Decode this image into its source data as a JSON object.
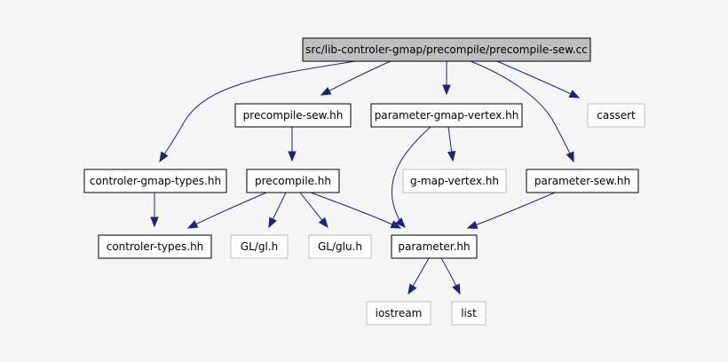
{
  "diagram": {
    "nodes": [
      {
        "id": "root",
        "label": "src/lib-controler-gmap/precompile/precompile-sew.cc",
        "style": "root"
      },
      {
        "id": "precompile_sew_hh",
        "label": "precompile-sew.hh",
        "style": "local"
      },
      {
        "id": "parameter_gmap_vertex_hh",
        "label": "parameter-gmap-vertex.hh",
        "style": "local"
      },
      {
        "id": "cassert",
        "label": "cassert",
        "style": "system"
      },
      {
        "id": "controler_gmap_types_hh",
        "label": "controler-gmap-types.hh",
        "style": "local"
      },
      {
        "id": "precompile_hh",
        "label": "precompile.hh",
        "style": "local"
      },
      {
        "id": "g_map_vertex_hh",
        "label": "g-map-vertex.hh",
        "style": "system"
      },
      {
        "id": "parameter_sew_hh",
        "label": "parameter-sew.hh",
        "style": "local"
      },
      {
        "id": "controler_types_hh",
        "label": "controler-types.hh",
        "style": "local"
      },
      {
        "id": "gl_gl_h",
        "label": "GL/gl.h",
        "style": "system"
      },
      {
        "id": "gl_glu_h",
        "label": "GL/glu.h",
        "style": "system"
      },
      {
        "id": "parameter_hh",
        "label": "parameter.hh",
        "style": "local"
      },
      {
        "id": "iostream",
        "label": "iostream",
        "style": "system"
      },
      {
        "id": "list",
        "label": "list",
        "style": "system"
      }
    ],
    "edges": [
      {
        "from": "root",
        "to": "precompile_sew_hh"
      },
      {
        "from": "root",
        "to": "parameter_gmap_vertex_hh"
      },
      {
        "from": "root",
        "to": "cassert"
      },
      {
        "from": "root",
        "to": "controler_gmap_types_hh"
      },
      {
        "from": "root",
        "to": "parameter_sew_hh"
      },
      {
        "from": "precompile_sew_hh",
        "to": "precompile_hh"
      },
      {
        "from": "parameter_gmap_vertex_hh",
        "to": "g_map_vertex_hh"
      },
      {
        "from": "parameter_gmap_vertex_hh",
        "to": "parameter_hh"
      },
      {
        "from": "controler_gmap_types_hh",
        "to": "controler_types_hh"
      },
      {
        "from": "precompile_hh",
        "to": "controler_types_hh"
      },
      {
        "from": "precompile_hh",
        "to": "gl_gl_h"
      },
      {
        "from": "precompile_hh",
        "to": "gl_glu_h"
      },
      {
        "from": "precompile_hh",
        "to": "parameter_hh"
      },
      {
        "from": "parameter_sew_hh",
        "to": "parameter_hh"
      },
      {
        "from": "parameter_hh",
        "to": "iostream"
      },
      {
        "from": "parameter_hh",
        "to": "list"
      }
    ],
    "colors": {
      "root_fill": "#bfbfbf",
      "local_border": "#000000",
      "system_border": "#bfbfbf",
      "edge": "#1a237e"
    }
  }
}
